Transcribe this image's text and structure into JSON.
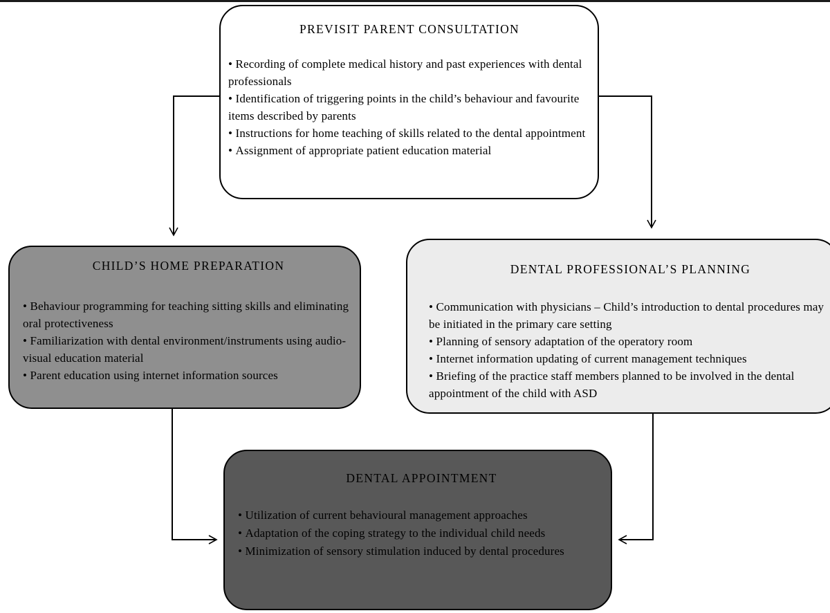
{
  "boxes": {
    "previsit_consultation": {
      "title": "PREVISIT PARENT CONSULTATION",
      "items": [
        "Recording of complete medical history and past experiences with dental professionals",
        "Identification of triggering points in the child’s behaviour and favourite items described by parents",
        "Instructions for home teaching of skills related to the dental appointment",
        "Assignment of appropriate patient education material"
      ]
    },
    "home_preparation": {
      "title": "CHILD’S HOME PREPARATION",
      "items": [
        "Behaviour programming for teaching sitting skills and eliminating oral protectiveness",
        "Familiarization with dental environment/instruments using audio-visual education material",
        "Parent education using internet information sources"
      ]
    },
    "professional_planning": {
      "title": "DENTAL PROFESSIONAL’S PLANNING",
      "items": [
        "Communication with physicians – Child’s introduction to dental procedures may be initiated in the primary care setting",
        "Planning of sensory adaptation of the operatory room",
        "Internet information updating of current management techniques",
        "Briefing of the practice staff members planned to be involved in the dental appointment of the child with ASD"
      ]
    },
    "dental_appointment": {
      "title": "DENTAL APPOINTMENT",
      "items": [
        "Utilization of current behavioural management approaches",
        "Adaptation of the coping strategy to the individual child needs",
        "Minimization of sensory stimulation induced by dental procedures"
      ]
    }
  },
  "colors": {
    "previsit_fill": "#ffffff",
    "home_fill": "#8f8f8f",
    "planning_fill": "#ececec",
    "appointment_fill": "#585858",
    "stroke": "#000000"
  }
}
